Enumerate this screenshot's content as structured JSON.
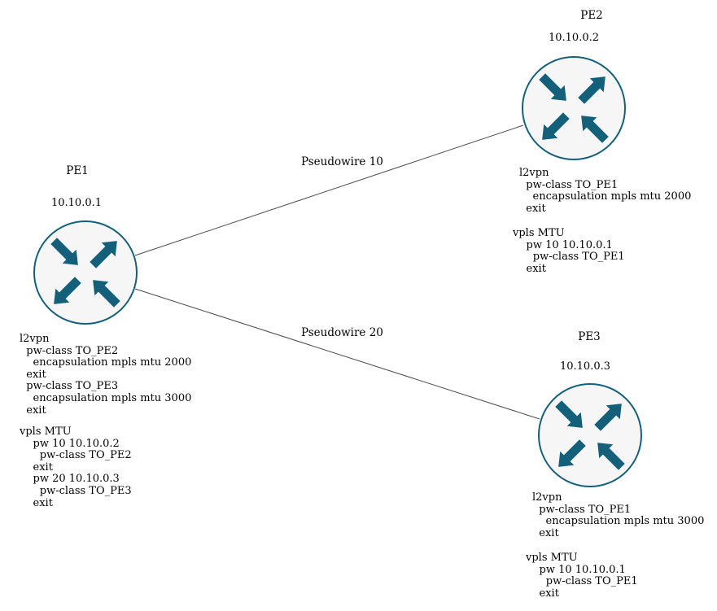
{
  "diagram": {
    "accent_color": "#14607a",
    "line_color": "#4a4a4a",
    "canvas_bg": "#ffffff",
    "icons": {
      "router": "router-icon (circle with two inward and two outward crossing arrows)"
    },
    "routers": [
      {
        "name": "PE1",
        "ip": "10.10.0.1",
        "l2vpn_config": "l2vpn\n  pw-class TO_PE2\n    encapsulation mpls mtu 2000\n  exit\n  pw-class TO_PE3\n    encapsulation mpls mtu 3000\n  exit",
        "vpls_config": "vpls MTU\n    pw 10 10.10.0.2\n      pw-class TO_PE2\n    exit\n    pw 20 10.10.0.3\n      pw-class TO_PE3\n    exit"
      },
      {
        "name": "PE2",
        "ip": "10.10.0.2",
        "l2vpn_config": "l2vpn\n  pw-class TO_PE1\n    encapsulation mpls mtu 2000\n  exit",
        "vpls_config": "vpls MTU\n    pw 10 10.10.0.1\n      pw-class TO_PE1\n    exit"
      },
      {
        "name": "PE3",
        "ip": "10.10.0.3",
        "l2vpn_config": "l2vpn\n  pw-class TO_PE1\n    encapsulation mpls mtu 3000\n  exit",
        "vpls_config": "vpls MTU\n    pw 10 10.10.0.1\n      pw-class TO_PE1\n    exit"
      }
    ],
    "links": [
      {
        "label": "Pseudowire 10",
        "from": "PE1",
        "to": "PE2"
      },
      {
        "label": "Pseudowire 20",
        "from": "PE1",
        "to": "PE3"
      }
    ]
  }
}
